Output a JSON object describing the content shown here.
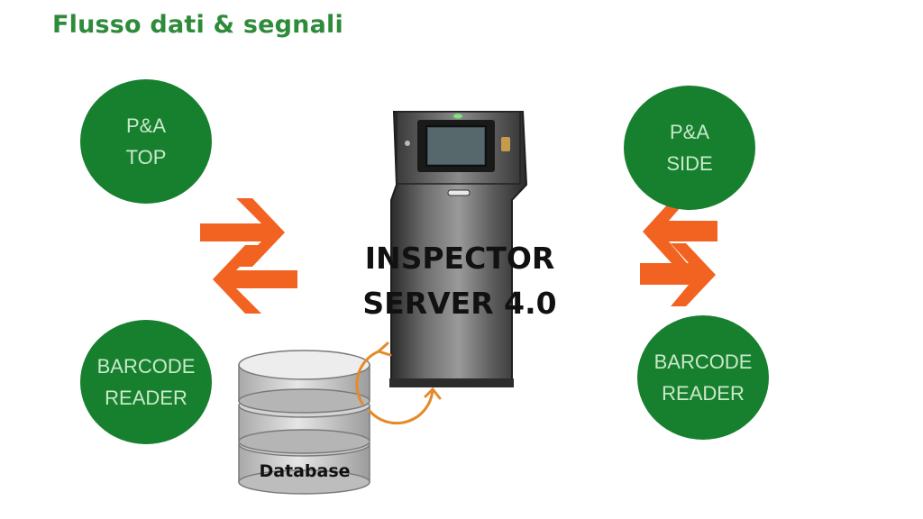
{
  "title": "Flusso dati & segnali",
  "nodes": {
    "top_left": {
      "line1": "P&A",
      "line2": "TOP"
    },
    "bottom_left": {
      "line1": "BARCODE",
      "line2": "READER"
    },
    "top_right": {
      "line1": "P&A",
      "line2": "SIDE"
    },
    "bottom_right": {
      "line1": "BARCODE",
      "line2": "READER"
    }
  },
  "server": {
    "line1": "INSPECTOR",
    "line2": "SERVER 4.0"
  },
  "database": {
    "label": "Database"
  },
  "colors": {
    "title": "#2e8b3a",
    "node_fill": "#17802f",
    "node_text": "#c9e9c9",
    "arrow": "#f26322",
    "cycle_arrow": "#e58a2a"
  }
}
